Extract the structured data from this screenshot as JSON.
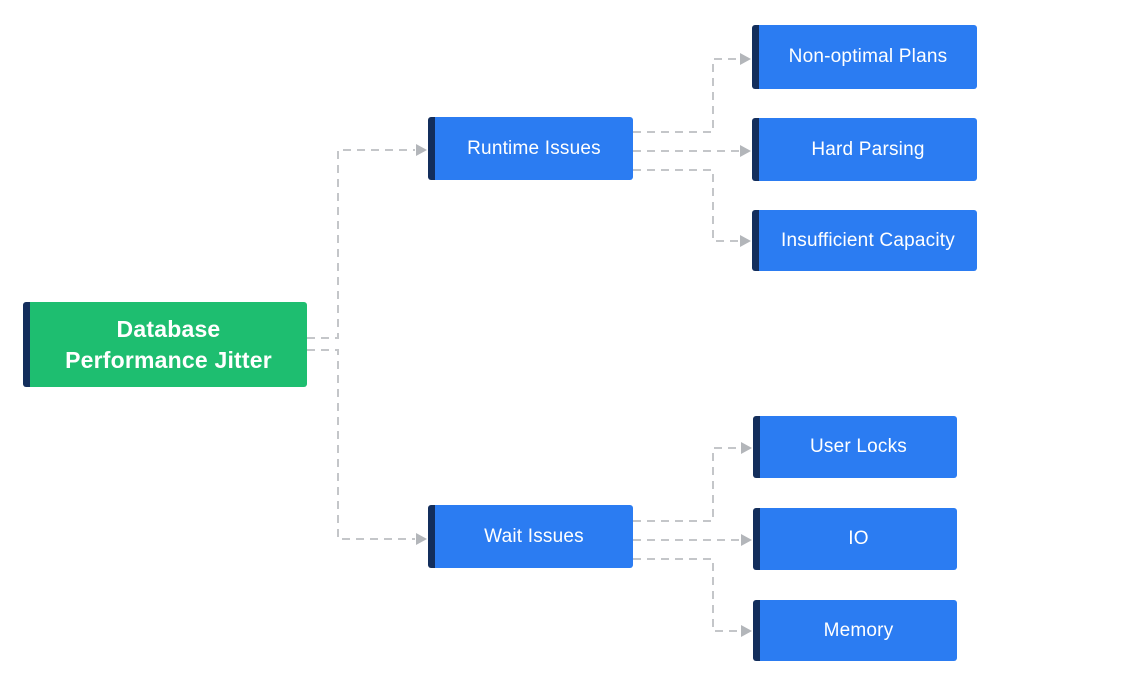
{
  "root": {
    "lines": [
      "Database",
      "Performance Jitter"
    ]
  },
  "branches": [
    {
      "label": "Runtime Issues",
      "children": [
        {
          "label": "Non-optimal Plans"
        },
        {
          "label": "Hard Parsing"
        },
        {
          "label": "Insufficient Capacity"
        }
      ]
    },
    {
      "label": "Wait Issues",
      "children": [
        {
          "label": "User Locks"
        },
        {
          "label": "IO"
        },
        {
          "label": "Memory"
        }
      ]
    }
  ],
  "theme": {
    "root-fill": "#1ebe70",
    "node-fill": "#2b7cf2",
    "stripe-color": "#132e5c",
    "connector-color": "#c4c6c9",
    "arrow-color": "#b3b6ba",
    "text-color": "#ffffff",
    "background": "#ffffff"
  }
}
